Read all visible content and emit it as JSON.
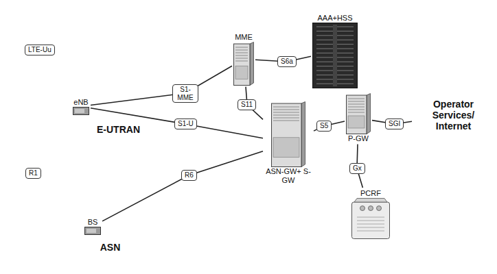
{
  "diagram": {
    "nodes": [
      {
        "text": [
          "E-UTRAN"
        ]
      },
      {
        "text": [
          "eNB"
        ],
        "in": 0
      },
      {
        "text": [
          "ASN"
        ]
      },
      {
        "text": [
          "BS"
        ],
        "in": 2
      },
      {
        "text": [
          "MME"
        ]
      },
      {
        "text": [
          "AAA+HSS"
        ]
      },
      {
        "text": [
          "ASN-GW+ S-GW"
        ]
      },
      {
        "text": [
          "P-GW"
        ]
      },
      {
        "text": [
          "PCRF"
        ]
      },
      {
        "text": [
          "Operator Services/ Internet"
        ]
      }
    ],
    "edges": [
      {
        "from": 1,
        "to": 4,
        "label": "S1- MME",
        "arrow": "none"
      },
      {
        "from": 1,
        "to": 6,
        "label": "S1-U",
        "arrow": "none"
      },
      {
        "from": 4,
        "to": 5,
        "label": "S6a",
        "arrow": "none"
      },
      {
        "from": 4,
        "to": 6,
        "label": "S11",
        "arrow": "none"
      },
      {
        "from": 6,
        "to": 7,
        "label": "S5",
        "arrow": "none"
      },
      {
        "from": 7,
        "to": 9,
        "label": "SGI",
        "arrow": "none"
      },
      {
        "from": 7,
        "to": 8,
        "label": "Gx",
        "arrow": "none"
      },
      {
        "from": 3,
        "to": 6,
        "label": "R6",
        "arrow": "none"
      }
    ],
    "labels": [
      "LTE-Uu",
      "R1"
    ]
  }
}
